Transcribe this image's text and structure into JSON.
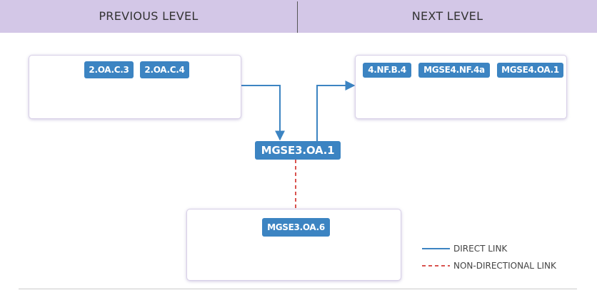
{
  "header": {
    "previous_label": "PREVIOUS LEVEL",
    "next_label": "NEXT LEVEL"
  },
  "center": {
    "label": "MGSE3.OA.1"
  },
  "previous_level": {
    "items": [
      "2.OA.C.3",
      "2.OA.C.4"
    ]
  },
  "next_level": {
    "items": [
      "4.NF.B.4",
      "MGSE4.NF.4a",
      "MGSE4.OA.1"
    ]
  },
  "related": {
    "items": [
      "MGSE3.OA.6"
    ]
  },
  "legend": {
    "direct_label": "DIRECT LINK",
    "non_directional_label": "NON-DIRECTIONAL LINK"
  },
  "colors": {
    "header_bg": "#d3c7e7",
    "badge_bg": "#3c84c2",
    "direct_link": "#3c84c2",
    "non_directional_link": "#d9534f"
  }
}
